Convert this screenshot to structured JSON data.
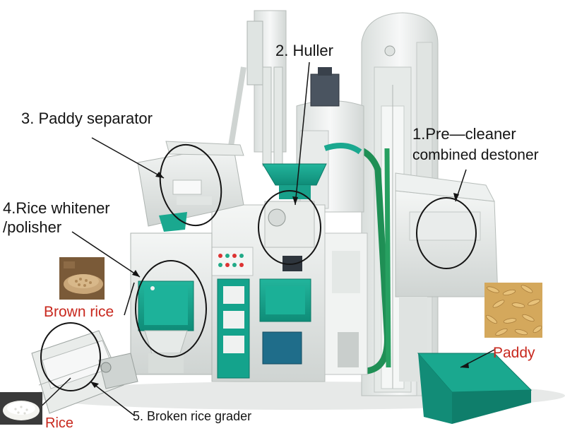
{
  "labels": {
    "huller": "2. Huller",
    "paddy_separator": "3. Paddy separator",
    "precleaner_line1": "1.Pre—cleaner",
    "precleaner_line2": "combined destoner",
    "whitener_line1": "4.Rice whitener",
    "whitener_line2": "/polisher",
    "brown_rice": "Brown rice",
    "paddy": "Paddy",
    "rice": "Rice",
    "grader": "5. Broken rice grader"
  },
  "colors": {
    "machine_white": "#f2f4f3",
    "machine_shadow": "#c9cecc",
    "accent_teal": "#14a38c",
    "accent_green": "#1f8f55",
    "label_red": "#c8281e",
    "annotation_black": "#141414"
  }
}
